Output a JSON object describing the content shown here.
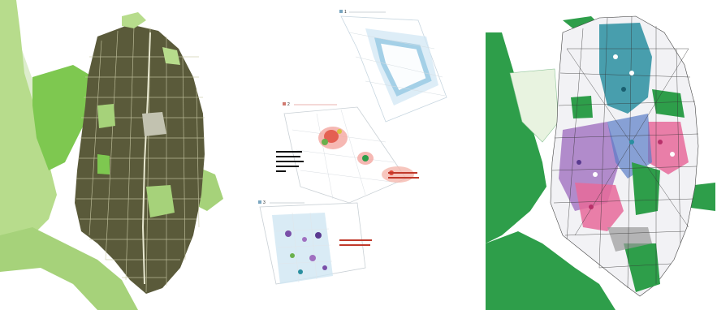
{
  "panels": {
    "left": {
      "label": ""
    },
    "middle": {
      "sections": [
        {
          "marker": "1",
          "title": ""
        },
        {
          "marker": "2",
          "title": ""
        },
        {
          "marker": "3",
          "title": ""
        }
      ],
      "notes": [
        {
          "text": ""
        },
        {
          "text": ""
        },
        {
          "text": ""
        }
      ]
    },
    "right": {
      "label": ""
    }
  },
  "colors": {
    "built_fabric": "#5a5a3a",
    "green_space": "#7ec850",
    "light_green": "#b7dc8c",
    "park_green": "#2e9e4a",
    "water_blue": "#9ecde6",
    "pink_zone": "#e86a9a",
    "purple_zone": "#a070c0",
    "teal_zone": "#2a8fa0",
    "red_zone": "#e04a3a"
  }
}
